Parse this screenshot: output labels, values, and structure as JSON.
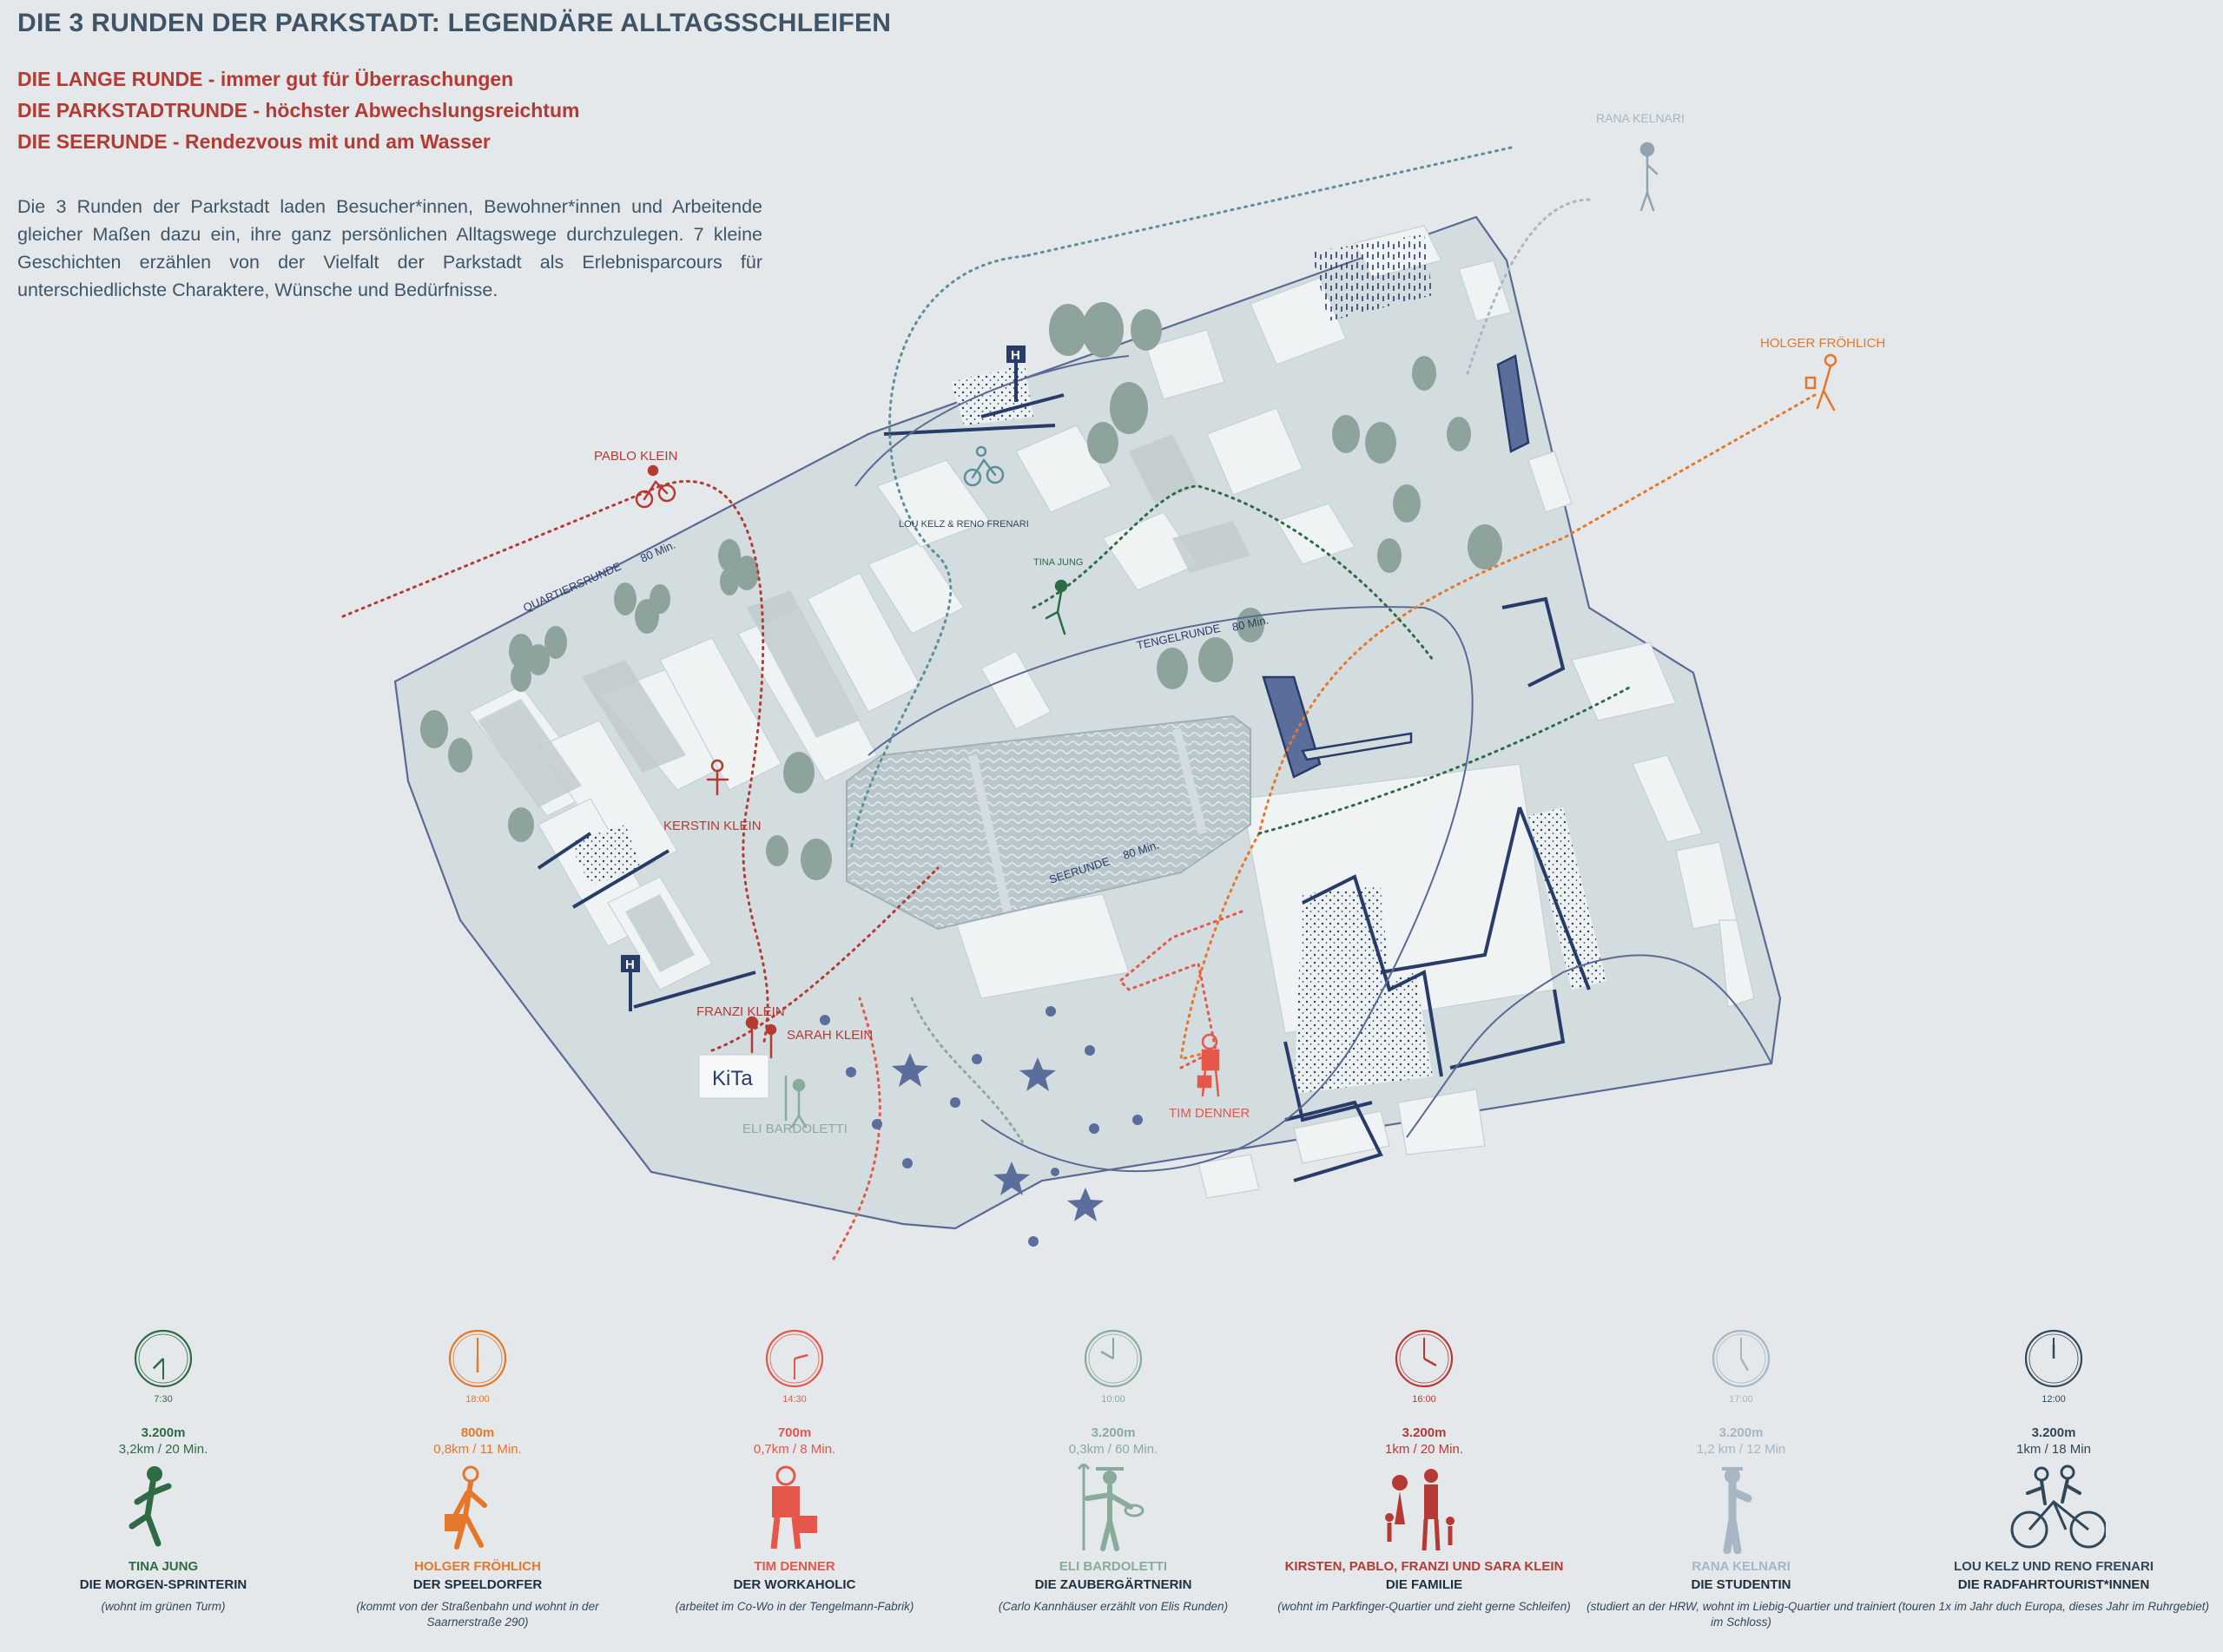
{
  "title": "DIE 3 RUNDEN DER PARKSTADT: LEGENDÄRE ALLTAGSSCHLEIFEN",
  "routes": [
    "DIE LANGE RUNDE - immer gut für Überraschungen",
    "DIE PARKSTADTRUNDE - höchster Abwechslungsreichtum",
    "DIE SEERUNDE - Rendezvous mit und am Wasser"
  ],
  "intro": "Die 3 Runden der Parkstadt laden Besucher*innen, Bewohner*innen und Arbeitende gleicher Maßen dazu ein, ihre ganz persönlichen Alltagswege durchzulegen. 7 kleine Geschichten erzählen von der  Vielfalt der Parkstadt als Erlebnisparcours für unterschiedlichste Charaktere, Wünsche und Bedürfnisse.",
  "map_labels": {
    "quartiersrunde": "QUARTIERSRUNDE",
    "quartiersrunde_time": "80 Min.",
    "tengelrunde": "TENGELRUNDE",
    "tengelrunde_time": "80 Min.",
    "seerunde": "SEERUNDE",
    "seerunde_time": "80 Min.",
    "kita": "KiTa",
    "bus_stop": "H"
  },
  "map_people": {
    "rana": "RANA KELNARI",
    "holger": "HOLGER FRÖHLICH",
    "pablo": "PABLO KLEIN",
    "lou_reno": "LOU KELZ & RENO FRENARI",
    "tina": "TINA JUNG",
    "kerstin": "KERSTIN KLEIN",
    "franzi": "FRANZI KLEIN",
    "sarah": "SARAH KLEIN",
    "eli": "ELI BARDOLETTI",
    "tim": "TIM DENNER"
  },
  "colors": {
    "background": "#e4e8ea",
    "park": "#d3dde0",
    "building": "#f0f3f4",
    "building_shade": "#c3cccd",
    "water": "#b9c7cc",
    "outline": "#5a6a93",
    "dark_blue": "#283c6a",
    "red": "#b53a34",
    "orange": "#e5772b",
    "coral": "#e4574a",
    "green": "#2e6b45",
    "teal": "#5b8f9a",
    "sage": "#89ab9c",
    "grey_blue": "#8fa3b3",
    "tree": "#8ea39c"
  },
  "personas": [
    {
      "time": "7:30",
      "distance": "3.200m",
      "meta": "3,2km / 20 Min.",
      "name": "TINA JUNG",
      "role": "DIE MORGEN-SPRINTERIN",
      "note": "(wohnt im grünen Turm)",
      "color": "#2e6b45",
      "icon": "runner-icon"
    },
    {
      "time": "18:00",
      "distance": "800m",
      "meta": "0,8km / 11 Min.",
      "name": "HOLGER FRÖHLICH",
      "role": "DER SPEELDORFER",
      "note": "(kommt von der Straßenbahn und wohnt in der Saarnerstraße 290)",
      "color": "#e5772b",
      "icon": "walker-with-bag-icon"
    },
    {
      "time": "14:30",
      "distance": "700m",
      "meta": "0,7km / 8 Min.",
      "name": "TIM DENNER",
      "role": "DER WORKAHOLIC",
      "note": "(arbeitet im Co-Wo in der Tengelmann-Fabrik)",
      "color": "#e4574a",
      "icon": "worker-icon"
    },
    {
      "time": "10:00",
      "distance": "3.200m",
      "meta": "0,3km / 60 Min.",
      "name": "ELI BARDOLETTI",
      "role": "DIE ZAUBERGÄRTNERIN",
      "note": "(Carlo Kannhäuser erzählt von Elis Runden)",
      "color": "#89ab9c",
      "icon": "gardener-icon"
    },
    {
      "time": "16:00",
      "distance": "3.200m",
      "meta": "1km / 20 Min.",
      "name": "KIRSTEN, PABLO, FRANZI UND SARA KLEIN",
      "role": "DIE FAMILIE",
      "note": "(wohnt im Parkfinger-Quartier und zieht gerne Schleifen)",
      "color": "#b53a34",
      "icon": "family-icon"
    },
    {
      "time": "17:00",
      "distance": "3.200m",
      "meta": "1,2 km / 12 Min",
      "name": "RANA KELNARI",
      "role": "DIE STUDENTIN",
      "note": "(studiert an der HRW, wohnt im Liebig-Quartier und trainiert im Schloss)",
      "color": "#a6b6c4",
      "icon": "student-icon"
    },
    {
      "time": "12:00",
      "distance": "3.200m",
      "meta": "1km / 18 Min",
      "name": "LOU KELZ UND RENO FRENARI",
      "role": "DIE RADFAHRTOURIST*INNEN",
      "note": "(touren 1x im Jahr duch Europa, dieses Jahr im Ruhrgebiet)",
      "color": "#33475a",
      "icon": "cyclists-icon"
    }
  ]
}
